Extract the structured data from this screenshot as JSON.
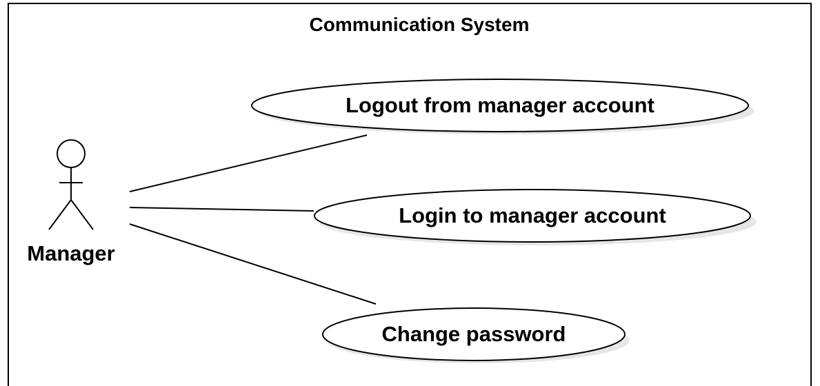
{
  "system": {
    "title": "Communication System"
  },
  "actor": {
    "name": "Manager"
  },
  "use_cases": [
    {
      "label": "Logout from manager account"
    },
    {
      "label": "Login to manager account"
    },
    {
      "label": "Change password"
    }
  ],
  "colors": {
    "stroke": "#000000",
    "fill": "#ffffff",
    "shadow": "#e6e6e6"
  }
}
